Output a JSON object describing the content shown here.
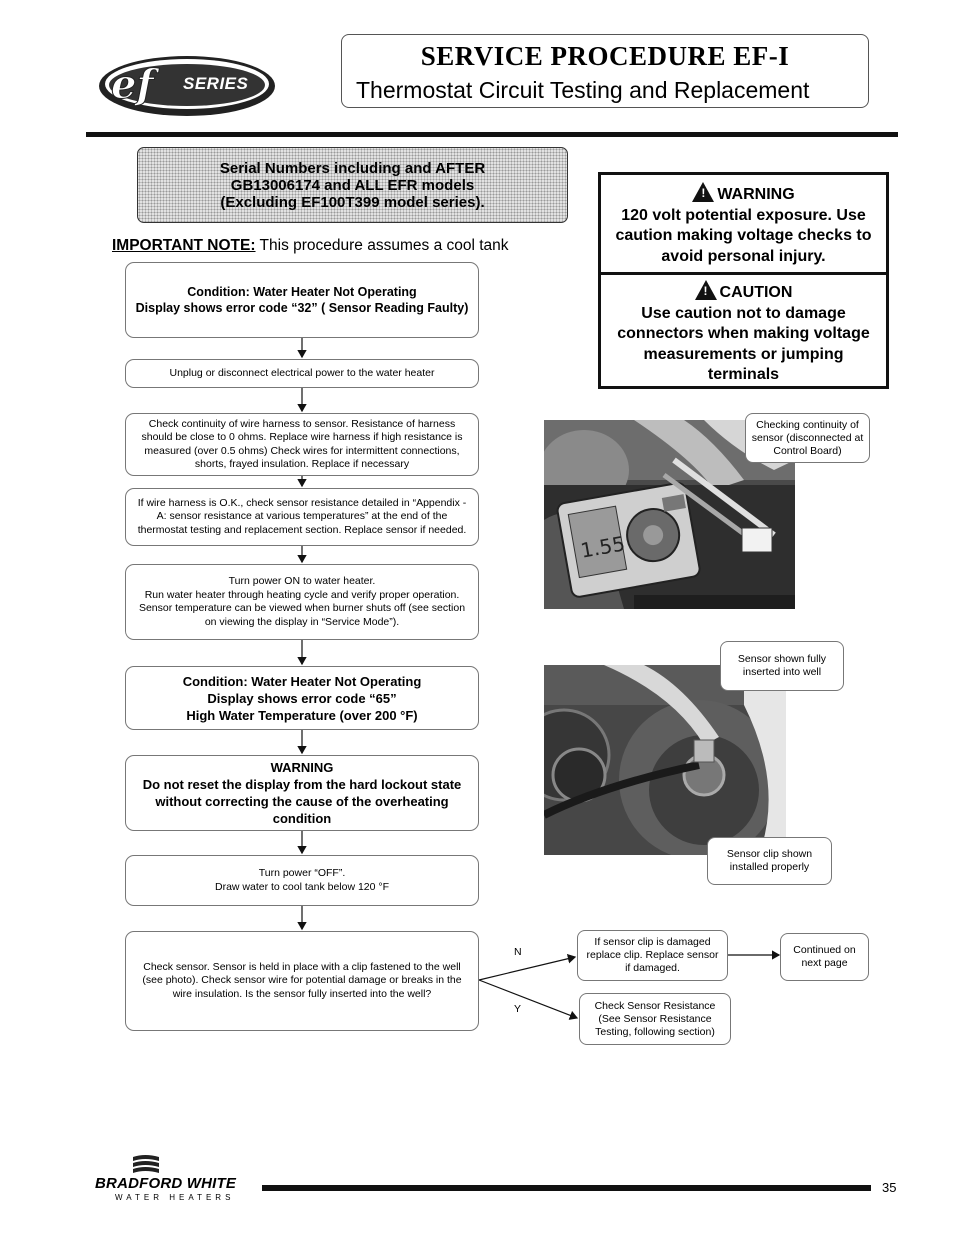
{
  "header": {
    "logo_text": "SERIES",
    "title": "SERVICE PROCEDURE EF-I",
    "subtitle": "Thermostat Circuit Testing and Replacement"
  },
  "serial_box": {
    "line1": "Serial Numbers including and AFTER",
    "line2": "GB13006174 and ALL EFR models",
    "line3": "(Excluding EF100T399 model series)."
  },
  "important_note": {
    "label": "IMPORTANT NOTE:",
    "text": "This procedure assumes a cool tank"
  },
  "warning_box": {
    "title": "WARNING",
    "text": "120 volt potential exposure. Use caution making voltage checks to avoid personal injury."
  },
  "caution_box": {
    "title": "CAUTION",
    "text": "Use caution not to damage connectors when making voltage measurements or jumping terminals"
  },
  "flowchart": {
    "step1": "Condition: Water Heater Not Operating\nDisplay shows error code “32” ( Sensor Reading Faulty)",
    "step2": "Unplug or disconnect electrical power to the water heater",
    "step3": "Check continuity of wire harness to sensor.  Resistance of harness should be close to 0 ohms.  Replace wire harness if high resistance is measured (over 0.5 ohms)  Check wires for intermittent connections, shorts, frayed insulation.  Replace if necessary",
    "step4": "If wire harness is O.K., check sensor resistance detailed in “Appendix - A: sensor resistance at various temperatures” at the end of the thermostat testing and replacement section. Replace sensor if needed.",
    "step5": "Turn power ON to water heater.\nRun water heater through heating cycle and verify proper operation. Sensor temperature can be viewed when burner shuts off (see section on viewing the display in “Service Mode”).",
    "step6": "Condition: Water Heater Not Operating\nDisplay shows error code “65”\nHigh Water Temperature (over 200 °F)",
    "step7": "WARNING\nDo not reset the display from the hard lockout state without correcting the cause of the overheating condition",
    "step8": "Turn power “OFF”.\nDraw water to cool tank below 120 °F",
    "step9": "Check sensor. Sensor is held in place with a clip fastened to the well (see photo). Check sensor wire for potential damage or breaks in the wire insulation. Is the sensor fully inserted into the well?",
    "label_n": "N",
    "label_y": "Y",
    "branch_n": "If sensor clip is damaged replace clip.  Replace sensor if damaged.",
    "branch_y": "Check Sensor Resistance (See Sensor Resistance Testing, following section)",
    "continued": "Continued on next page"
  },
  "callouts": {
    "photo1": "Checking continuity of sensor (disconnected at Control Board)",
    "photo2_top": "Sensor shown fully inserted into well",
    "photo2_bottom": "Sensor clip shown installed properly"
  },
  "footer": {
    "brand": "BRADFORD WHITE",
    "tagline": "WATER HEATERS",
    "page_number": "35"
  }
}
